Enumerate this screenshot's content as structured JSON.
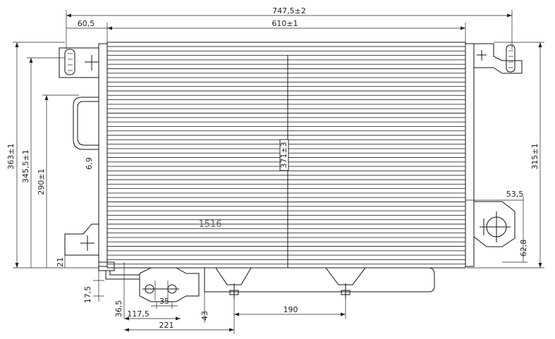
{
  "dimensions": {
    "overall_width": "747,5±2",
    "core_width": "610±1",
    "left_offset": "60,5",
    "height_total": "363±1",
    "height_mid": "345,5±1",
    "height_inner": "290±1",
    "height_right": "315±1",
    "core_height_center": "371±3",
    "bracket_right": "53,5",
    "bracket_right_v": "62,8",
    "small_left": "6,9",
    "small_left_low": "21",
    "bottom_17_5": "17,5",
    "bottom_36_5": "36,5",
    "bottom_117_5": "117,5",
    "bottom_35": "35",
    "bottom_221": "221",
    "bottom_43": "43",
    "bottom_190": "190"
  },
  "part_number": "1516"
}
